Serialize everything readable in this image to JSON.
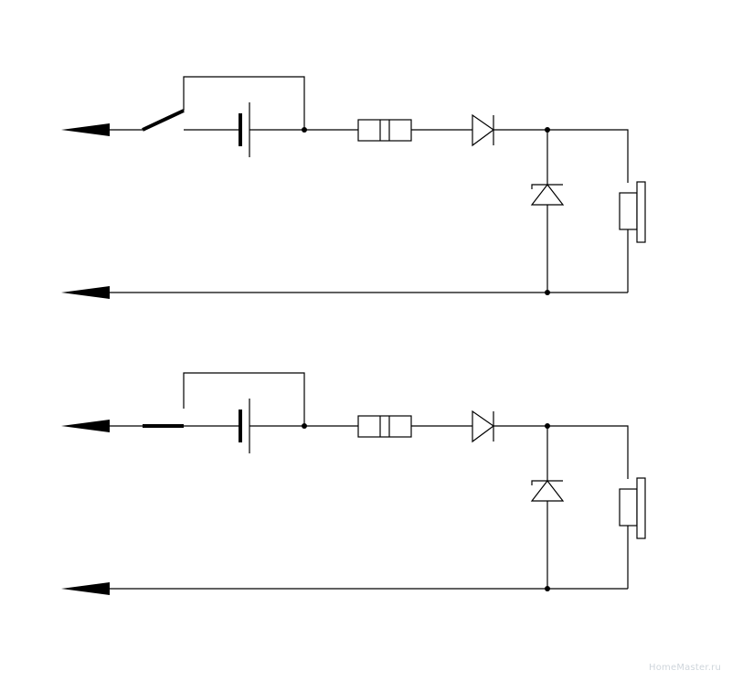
{
  "diagram": {
    "circuits": [
      {
        "id": "top",
        "switch_state": "open"
      },
      {
        "id": "bottom",
        "switch_state": "closed"
      }
    ],
    "components": [
      "terminal-arrow",
      "switch",
      "battery",
      "fuse",
      "diode",
      "zener-diode",
      "buzzer",
      "junction-dot"
    ],
    "line_color": "#000000"
  },
  "watermark": {
    "text": "HomeMaster.ru"
  }
}
